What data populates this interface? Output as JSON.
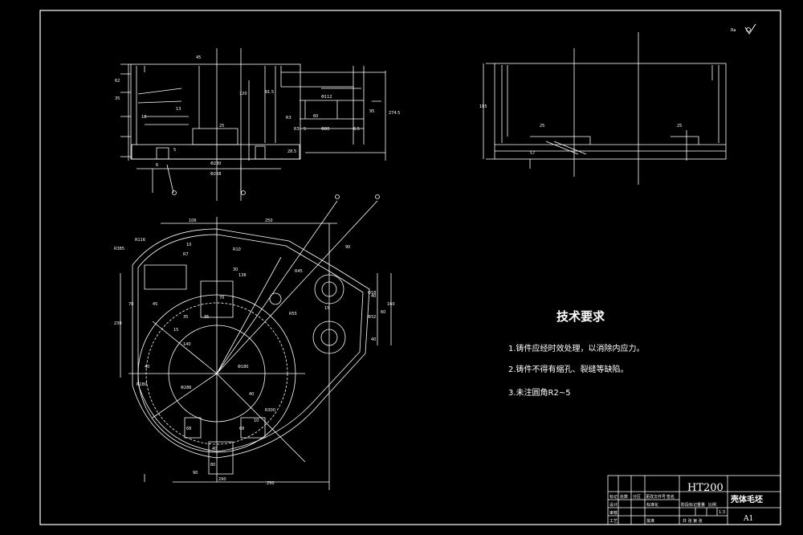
{
  "surface_mark": "Ra",
  "technical_requirements": {
    "title": "技术要求",
    "items": [
      "1.铸件应经时效处理，以消除内应力。",
      "2.铸件不得有缩孔、裂缝等缺陷。",
      "3.未注圆角R2~5"
    ]
  },
  "title_block": {
    "material": "HT200",
    "part_name": "壳体毛坯",
    "sheet_size": "A1",
    "scale": "1:3",
    "sheet_info": "共   张  第   张",
    "labels": [
      "标记",
      "处数",
      "分区",
      "更改文件号",
      "签名",
      "设计",
      "标准化",
      "审核",
      "工艺",
      "批准",
      "阶段标记",
      "重量",
      "比例"
    ]
  },
  "dimensions": {
    "top_left": [
      "45",
      "62",
      "35",
      "13",
      "10",
      "25",
      "120",
      "91.5",
      "Φ112",
      "60",
      "95",
      "R3",
      "R3",
      "Φ80",
      "5",
      "6.5",
      "274.5",
      "28.5",
      "5",
      "6",
      "Φ230",
      "Φ268"
    ],
    "top_right": [
      "185",
      "25",
      "25",
      "57"
    ],
    "plan": [
      "106",
      "250",
      "R116",
      "R385",
      "R10",
      "R7",
      "30",
      "138",
      "90",
      "R45",
      "R55",
      "Φ180",
      "10",
      "70",
      "35",
      "35",
      "45",
      "140",
      "15",
      "40",
      "70",
      "230",
      "R180",
      "Φ286",
      "R300",
      "40",
      "68",
      "68",
      "10",
      "40",
      "80",
      "90",
      "290",
      "250",
      "40",
      "60",
      "40",
      "160",
      "Φ18",
      "Φ32",
      "15"
    ]
  }
}
